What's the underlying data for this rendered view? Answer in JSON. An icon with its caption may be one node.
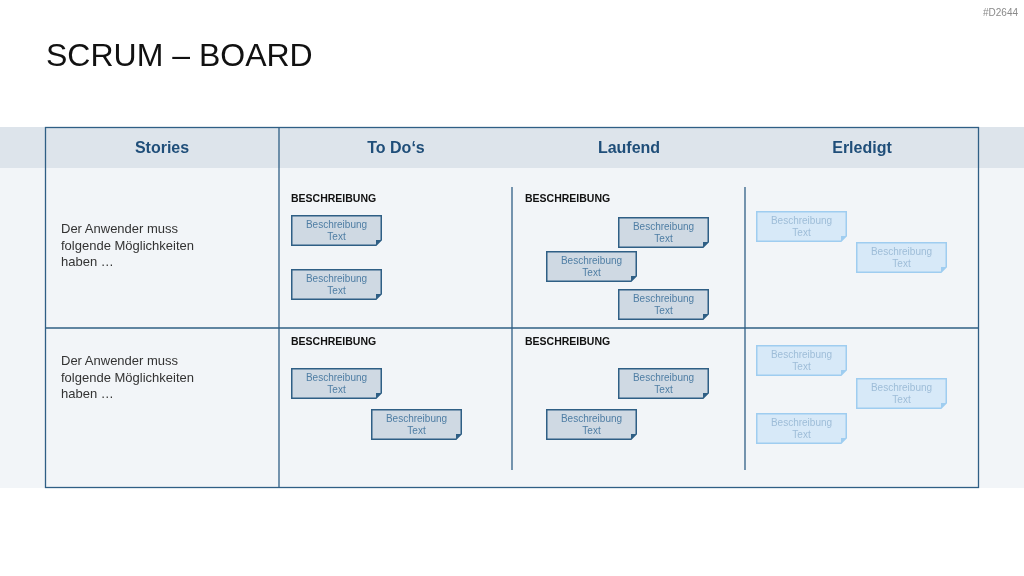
{
  "diagram": {
    "title": "SCRUM – BOARD",
    "nodes": [
      {
        "text": [
          "Beschreibung Text"
        ]
      },
      {
        "text": [
          "Beschreibung Text"
        ]
      },
      {
        "text": [
          "Beschreibung Text"
        ]
      },
      {
        "text": [
          "Beschreibung Text"
        ]
      },
      {
        "text": [
          "Beschreibung Text"
        ]
      },
      {
        "text": [
          "Beschreibung Text"
        ]
      },
      {
        "text": [
          "Beschreibung Text"
        ]
      },
      {
        "text": [
          "Beschreibung Text"
        ]
      },
      {
        "text": [
          "Beschreibung Text"
        ]
      },
      {
        "text": [
          "Beschreibung Text"
        ]
      },
      {
        "text": [
          "Beschreibung Text"
        ]
      },
      {
        "text": [
          "Beschreibung Text"
        ]
      },
      {
        "text": [
          "Beschreibung Text"
        ]
      },
      {
        "text": [
          "Beschreibung Text"
        ]
      }
    ],
    "labels": [
      "#D2644",
      "Stories",
      "To Do‘s",
      "Laufend",
      "Erledigt",
      "Der Anwender muss folgende Möglichkeiten haben …",
      "BESCHREIBUNG",
      "BESCHREIBUNG",
      "Der Anwender muss folgende Möglichkeiten haben …",
      "BESCHREIBUNG",
      "BESCHREIBUNG"
    ]
  }
}
